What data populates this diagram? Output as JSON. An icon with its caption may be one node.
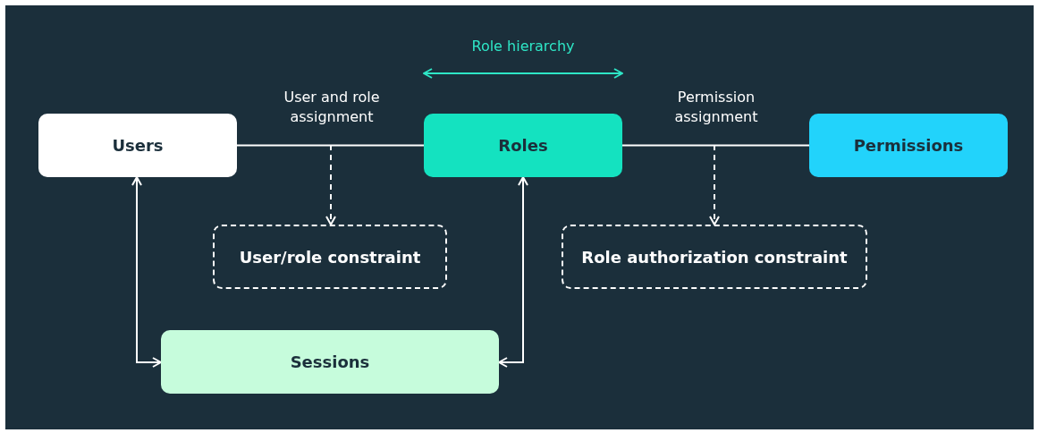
{
  "diagram": {
    "nodes": [
      {
        "text": [
          "Users"
        ]
      },
      {
        "text": [
          "Roles"
        ]
      },
      {
        "text": [
          "Permissions"
        ]
      },
      {
        "text": [
          "User/role constraint"
        ]
      },
      {
        "text": [
          "Role authorization constraint"
        ]
      },
      {
        "text": [
          "Sessions"
        ]
      }
    ],
    "edges": [
      {
        "from": 0,
        "to": 1,
        "arrow": "none",
        "label": "User and role assignment"
      },
      {
        "from": 1,
        "to": 2,
        "arrow": "none",
        "label": "Permission assignment"
      },
      {
        "from": null,
        "to": 3,
        "arrow": "to",
        "style": "dashed"
      },
      {
        "from": null,
        "to": 4,
        "arrow": "to",
        "style": "dashed"
      },
      {
        "from": 0,
        "to": 5,
        "arrow": "both"
      },
      {
        "from": 1,
        "to": 5,
        "arrow": "both"
      }
    ],
    "labels": [
      "Role hierarchy"
    ]
  }
}
